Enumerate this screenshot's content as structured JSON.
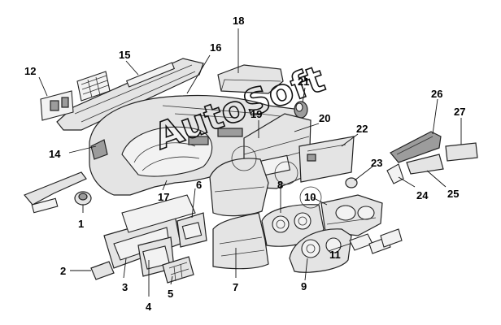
{
  "callouts": {
    "c1": "1",
    "c2": "2",
    "c3": "3",
    "c4": "4",
    "c5": "5",
    "c6": "6",
    "c7": "7",
    "c8": "8",
    "c9": "9",
    "c10": "10",
    "c11": "11",
    "c12": "12",
    "c13": "",
    "c14": "14",
    "c15": "15",
    "c16": "16",
    "c17": "17",
    "c18": "18",
    "c19": "19",
    "c20": "20",
    "c21": "21",
    "c22": "22",
    "c23": "23",
    "c24": "24",
    "c25": "25",
    "c26": "26",
    "c27": "27"
  },
  "watermark": "AutoSoft"
}
